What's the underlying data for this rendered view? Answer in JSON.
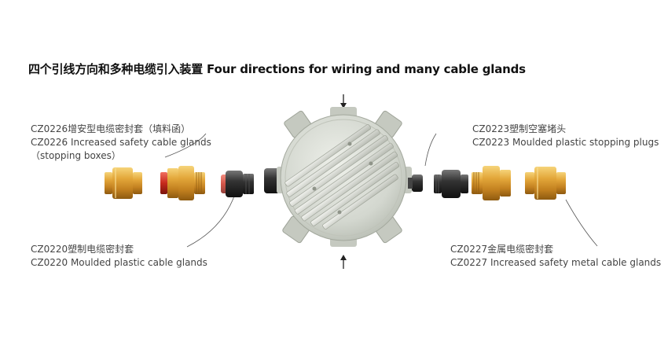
{
  "title": "四个引线方向和多种电缆引入装置 Four directions for wiring and many cable glands",
  "labels": {
    "top_left": {
      "line1": "CZ0226增安型电缆密封套（填料函）",
      "line2": "CZ0226 Increased safety cable glands",
      "line3": "（stopping boxes）"
    },
    "bottom_left": {
      "line1": "CZ0220塑制电缆密封套",
      "line2": "CZ0220 Moulded plastic cable glands"
    },
    "top_right": {
      "line1": "CZ0223塑制空塞堵头",
      "line2": "CZ0223 Moulded plastic stopping plugs"
    },
    "bottom_right": {
      "line1": "CZ0227金属电缆密封套",
      "line2": "CZ0227 Increased safety metal cable glands"
    }
  },
  "colors": {
    "brass": "#d9982e",
    "brass_dark": "#a86d16",
    "brass_light": "#f4c766",
    "box": "#d6dad2",
    "box_dark": "#a9aea4",
    "black_part": "#2b2b2b",
    "red_seal": "#d23a2a"
  }
}
